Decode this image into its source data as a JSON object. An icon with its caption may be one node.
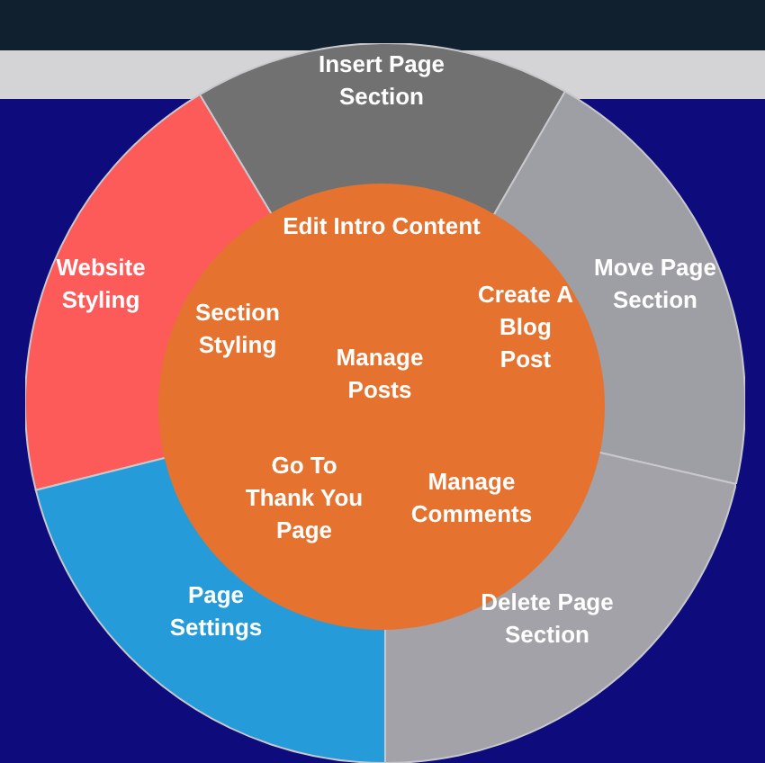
{
  "diagram": {
    "nodes": [
      {
        "text": [
          "Insert Page Section"
        ]
      },
      {
        "text": [
          "Website Styling"
        ]
      },
      {
        "text": [
          "Move Page Section"
        ]
      },
      {
        "text": [
          "Page Settings"
        ]
      },
      {
        "text": [
          "Delete Page Section"
        ]
      },
      {
        "text": [],
        "shape": "circle"
      },
      {
        "text": [
          "Edit Intro Content"
        ],
        "in": 5
      },
      {
        "text": [
          "Section Styling"
        ],
        "in": 5
      },
      {
        "text": [
          "Create A Blog Post"
        ],
        "in": 5
      },
      {
        "text": [
          "Manage Posts"
        ],
        "in": 5
      },
      {
        "text": [
          "Go To Thank You Page"
        ],
        "in": 5
      },
      {
        "text": [
          "Manage Comments"
        ],
        "in": 5
      }
    ]
  }
}
